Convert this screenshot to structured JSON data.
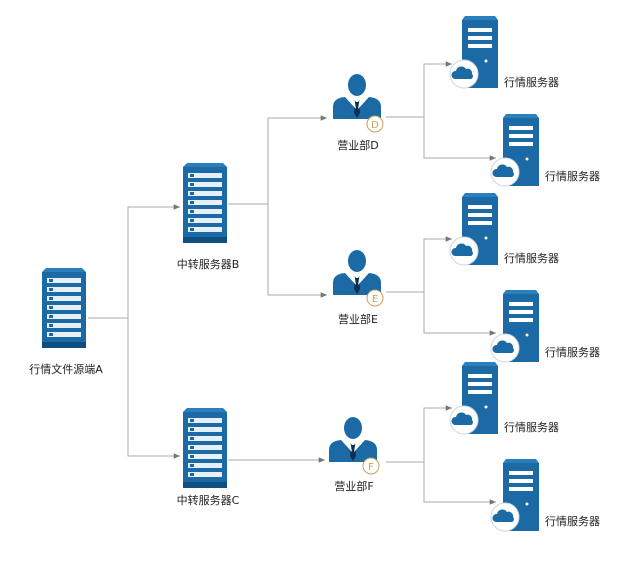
{
  "nodes": {
    "source": {
      "label": "行情文件源端A",
      "icon": "server-rack-icon"
    },
    "relay_b": {
      "label": "中转服务器B",
      "icon": "server-rack-icon"
    },
    "relay_c": {
      "label": "中转服务器C",
      "icon": "server-rack-icon"
    },
    "dept_d": {
      "label": "营业部D",
      "badge": "D",
      "icon": "user-icon"
    },
    "dept_e": {
      "label": "营业部E",
      "badge": "E",
      "icon": "user-icon"
    },
    "dept_f": {
      "label": "营业部F",
      "badge": "F",
      "icon": "user-icon"
    },
    "quote_servers": [
      {
        "label": "行情服务器",
        "icon": "cloud-server-icon"
      },
      {
        "label": "行情服务器",
        "icon": "cloud-server-icon"
      },
      {
        "label": "行情服务器",
        "icon": "cloud-server-icon"
      },
      {
        "label": "行情服务器",
        "icon": "cloud-server-icon"
      },
      {
        "label": "行情服务器",
        "icon": "cloud-server-icon"
      },
      {
        "label": "行情服务器",
        "icon": "cloud-server-icon"
      }
    ]
  },
  "colors": {
    "primary": "#1b6aa5",
    "primary_dark": "#0f4f80",
    "line": "#aaaaaa",
    "badge": "#c9a25a"
  }
}
